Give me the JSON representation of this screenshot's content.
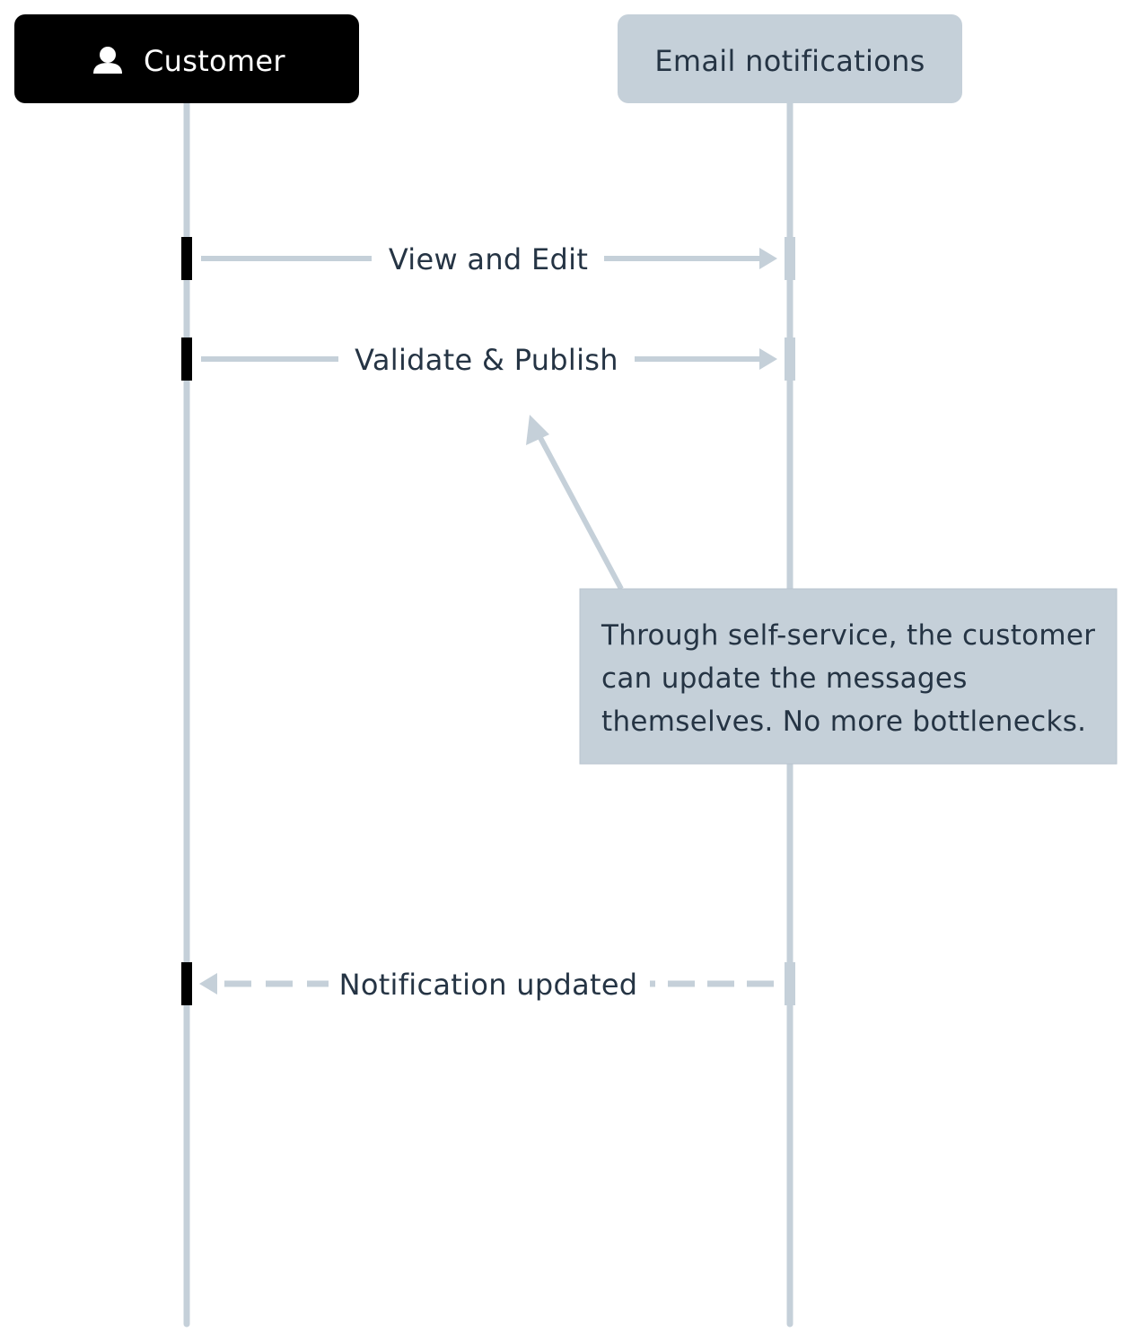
{
  "participants": [
    {
      "label": "Customer",
      "icon": "person-icon",
      "style": "dark"
    },
    {
      "label": "Email notifications",
      "icon": "",
      "style": "light"
    }
  ],
  "messages": [
    {
      "label": "View and Edit",
      "from": "Customer",
      "to": "Email notifications",
      "line": "solid"
    },
    {
      "label": "Validate & Publish",
      "from": "Customer",
      "to": "Email notifications",
      "line": "solid"
    },
    {
      "label": "Notification updated",
      "from": "Email notifications",
      "to": "Customer",
      "line": "dashed"
    }
  ],
  "note": {
    "lines": [
      "Through self-service, the customer",
      "can update the messages",
      "themselves. No more bottlenecks."
    ],
    "points_to": "Validate & Publish"
  },
  "colors": {
    "dark_box": "#000000",
    "dark_text": "#ffffff",
    "light_box": "#c5d0d9",
    "lifeline": "#c5d0d9",
    "text": "#253444",
    "activation": "#000000"
  }
}
